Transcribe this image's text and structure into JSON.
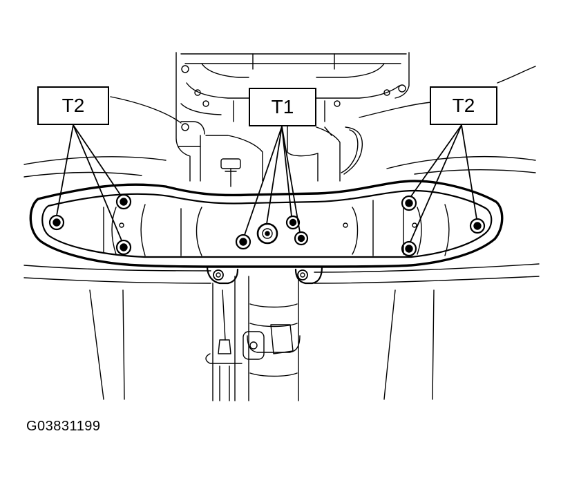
{
  "callouts": {
    "left": "T2",
    "center": "T1",
    "right": "T2"
  },
  "figure_id": "G03831199",
  "colors": {
    "ink": "#000000",
    "paper": "#ffffff"
  }
}
